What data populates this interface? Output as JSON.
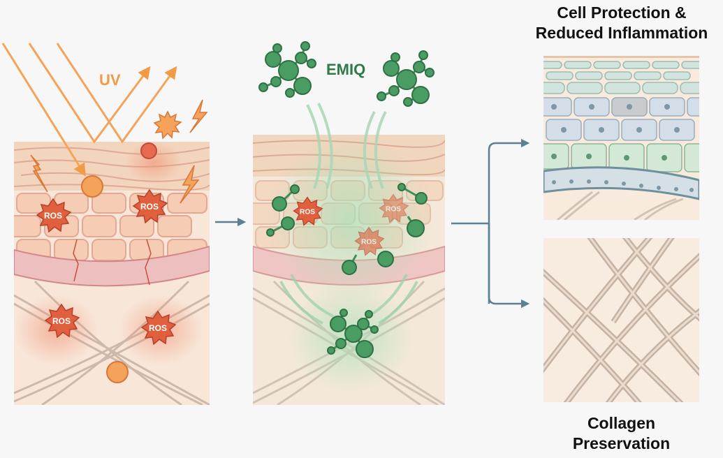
{
  "labels": {
    "uv": "UV",
    "emiq": "EMIQ",
    "outcome_top_line1": "Cell Protection &",
    "outcome_top_line2": "Reduced Inflammation",
    "outcome_bottom_line1": "Collagen",
    "outcome_bottom_line2": "Preservation",
    "ros": "ROS"
  },
  "colors": {
    "background": "#f7f7f7",
    "uv_orange": "#f39a45",
    "ros_red": "#e0603e",
    "emiq_green": "#3f8f58",
    "arrow_slate": "#5b7f93",
    "skin_peach": "#f6dcc7",
    "collagen_tan": "#c8b8a8",
    "healthy_blue": "#cfdbe4",
    "healthy_green": "#cfe4d3"
  },
  "panels": [
    {
      "id": "damaged-skin",
      "description": "UV exposure generating ROS, damaged cells and fragmented collagen",
      "ros_count": 4
    },
    {
      "id": "emiq-treated-skin",
      "description": "EMIQ molecules penetrating skin and neutralizing ROS",
      "ros_count": 3
    },
    {
      "id": "cell-protection",
      "description": "Healthy layered epidermal cells"
    },
    {
      "id": "collagen-preservation",
      "description": "Intact crossing collagen fibers"
    }
  ]
}
